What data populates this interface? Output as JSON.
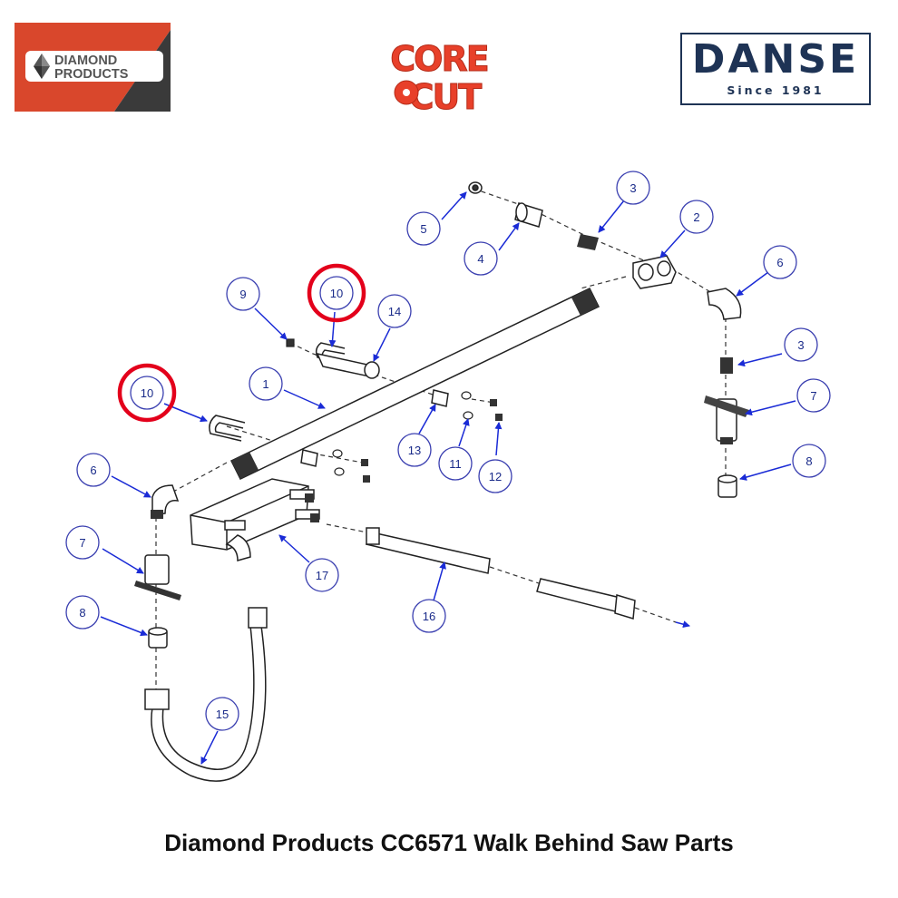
{
  "colors": {
    "diamond_red": "#d9472c",
    "diamond_dark": "#3a3a3a",
    "corecut_red": "#e8402a",
    "danse_navy": "#1e3355",
    "callout_blue": "#1a2bd6",
    "highlight_red": "#e3001b",
    "line": "#222222"
  },
  "logos": {
    "diamond": {
      "line1": "DIAMOND",
      "line2": "PRODUCTS",
      "icon": "diamond-icon"
    },
    "corecut": {
      "line1": "CORE",
      "line2": "CUT"
    },
    "danse": {
      "name": "DANSE",
      "since": "Since 1981"
    }
  },
  "callouts": [
    {
      "id": "5",
      "label": "5",
      "highlighted": false
    },
    {
      "id": "4",
      "label": "4",
      "highlighted": false
    },
    {
      "id": "3a",
      "label": "3",
      "highlighted": false
    },
    {
      "id": "2",
      "label": "2",
      "highlighted": false
    },
    {
      "id": "6a",
      "label": "6",
      "highlighted": false
    },
    {
      "id": "3b",
      "label": "3",
      "highlighted": false
    },
    {
      "id": "7a",
      "label": "7",
      "highlighted": false
    },
    {
      "id": "8a",
      "label": "8",
      "highlighted": false
    },
    {
      "id": "9",
      "label": "9",
      "highlighted": false
    },
    {
      "id": "10a",
      "label": "10",
      "highlighted": true
    },
    {
      "id": "14",
      "label": "14",
      "highlighted": false
    },
    {
      "id": "1",
      "label": "1",
      "highlighted": false
    },
    {
      "id": "10b",
      "label": "10",
      "highlighted": true
    },
    {
      "id": "13",
      "label": "13",
      "highlighted": false
    },
    {
      "id": "11",
      "label": "11",
      "highlighted": false
    },
    {
      "id": "12",
      "label": "12",
      "highlighted": false
    },
    {
      "id": "6b",
      "label": "6",
      "highlighted": false
    },
    {
      "id": "7b",
      "label": "7",
      "highlighted": false
    },
    {
      "id": "8b",
      "label": "8",
      "highlighted": false
    },
    {
      "id": "17",
      "label": "17",
      "highlighted": false
    },
    {
      "id": "16",
      "label": "16",
      "highlighted": false
    },
    {
      "id": "15",
      "label": "15",
      "highlighted": false
    }
  ],
  "caption": "Diamond Products CC6571 Walk Behind Saw Parts"
}
